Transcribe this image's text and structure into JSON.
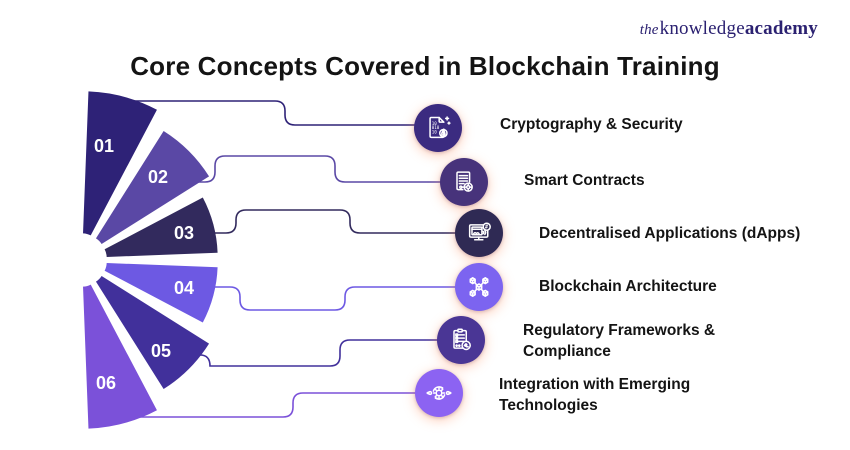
{
  "logo": {
    "prefix": "the",
    "middle": "knowledge",
    "suffix": "academy"
  },
  "title": "Core Concepts Covered in Blockchain Training",
  "items": [
    {
      "number": "01",
      "label": "Cryptography & Security",
      "color": "#2e2277",
      "icon_bg": "#3b2b80",
      "icon": "binary-lock-document-icon"
    },
    {
      "number": "02",
      "label": "Smart Contracts",
      "color": "#5a48a5",
      "icon_bg": "#47337b",
      "icon": "contract-document-icon"
    },
    {
      "number": "03",
      "label": "Decentralised Applications (dApps)",
      "color": "#322a5d",
      "icon_bg": "#2f2a54",
      "icon": "monitor-app-icon"
    },
    {
      "number": "04",
      "label": "Blockchain Architecture",
      "color": "#6d59e3",
      "icon_bg": "#7c64f0",
      "icon": "linked-cubes-icon"
    },
    {
      "number": "05",
      "label": "Regulatory Frameworks &\nCompliance",
      "color": "#41309b",
      "icon_bg": "#4a3695",
      "icon": "clipboard-gavel-icon"
    },
    {
      "number": "06",
      "label": "Integration with Emerging\nTechnologies",
      "color": "#7b51d9",
      "icon_bg": "#8c63f2",
      "icon": "gear-sync-icon"
    }
  ]
}
